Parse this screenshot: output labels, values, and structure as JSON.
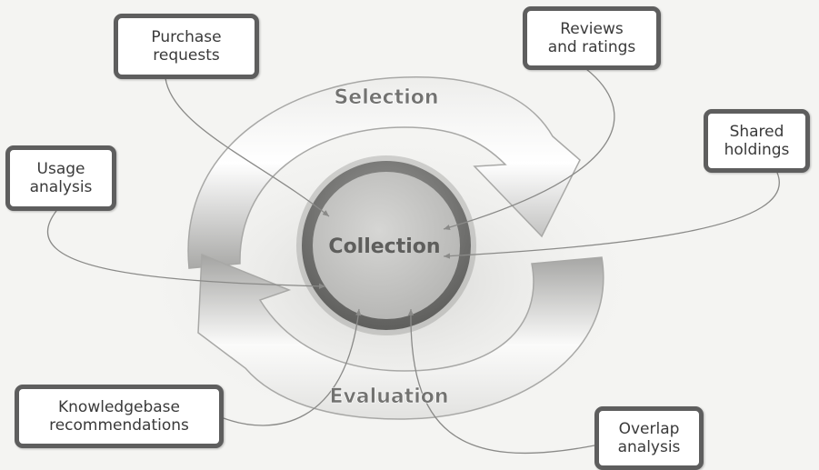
{
  "diagram": {
    "stages": {
      "top": "Selection",
      "center": "Collection",
      "bottom": "Evaluation"
    },
    "inputs": [
      {
        "id": "purchase",
        "label": "Purchase\nrequests"
      },
      {
        "id": "reviews",
        "label": "Reviews\nand ratings"
      },
      {
        "id": "shared",
        "label": "Shared\nholdings"
      },
      {
        "id": "usage",
        "label": "Usage\nanalysis"
      },
      {
        "id": "knowledge",
        "label": "Knowledgebase\nrecommendations"
      },
      {
        "id": "overlap",
        "label": "Overlap\nanalysis"
      }
    ],
    "colors": {
      "box_border": "#5e5e5e",
      "arrow_light": "#f7f7f5",
      "arrow_dark": "#9c9c9a",
      "stage_text": "#6e6e6e",
      "ring": "#7a7a7a",
      "center_fill": "#c4c4c2"
    }
  }
}
